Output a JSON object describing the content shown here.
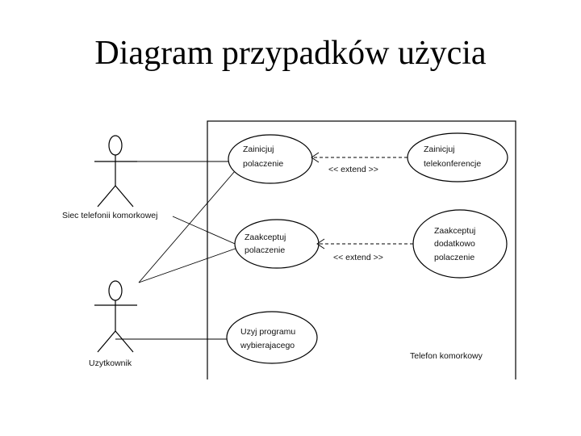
{
  "title": "Diagram przypadków użycia",
  "system": {
    "label": "Telefon komorkowy"
  },
  "actors": [
    {
      "label": "Siec telefonii komorkowej"
    },
    {
      "label": "Uzytkownik"
    }
  ],
  "use_cases": [
    {
      "lines": [
        "Zainicjuj",
        "polaczenie"
      ]
    },
    {
      "lines": [
        "Zaakceptuj",
        "polaczenie"
      ]
    },
    {
      "lines": [
        "Uzyj programu",
        "wybierajacego"
      ]
    },
    {
      "lines": [
        "Zainicjuj",
        "telekonferencje"
      ]
    },
    {
      "lines": [
        "Zaakceptuj",
        "dodatkowo",
        "polaczenie"
      ]
    }
  ],
  "relations": [
    {
      "label": "<< extend >>"
    },
    {
      "label": "<< extend >>"
    }
  ]
}
